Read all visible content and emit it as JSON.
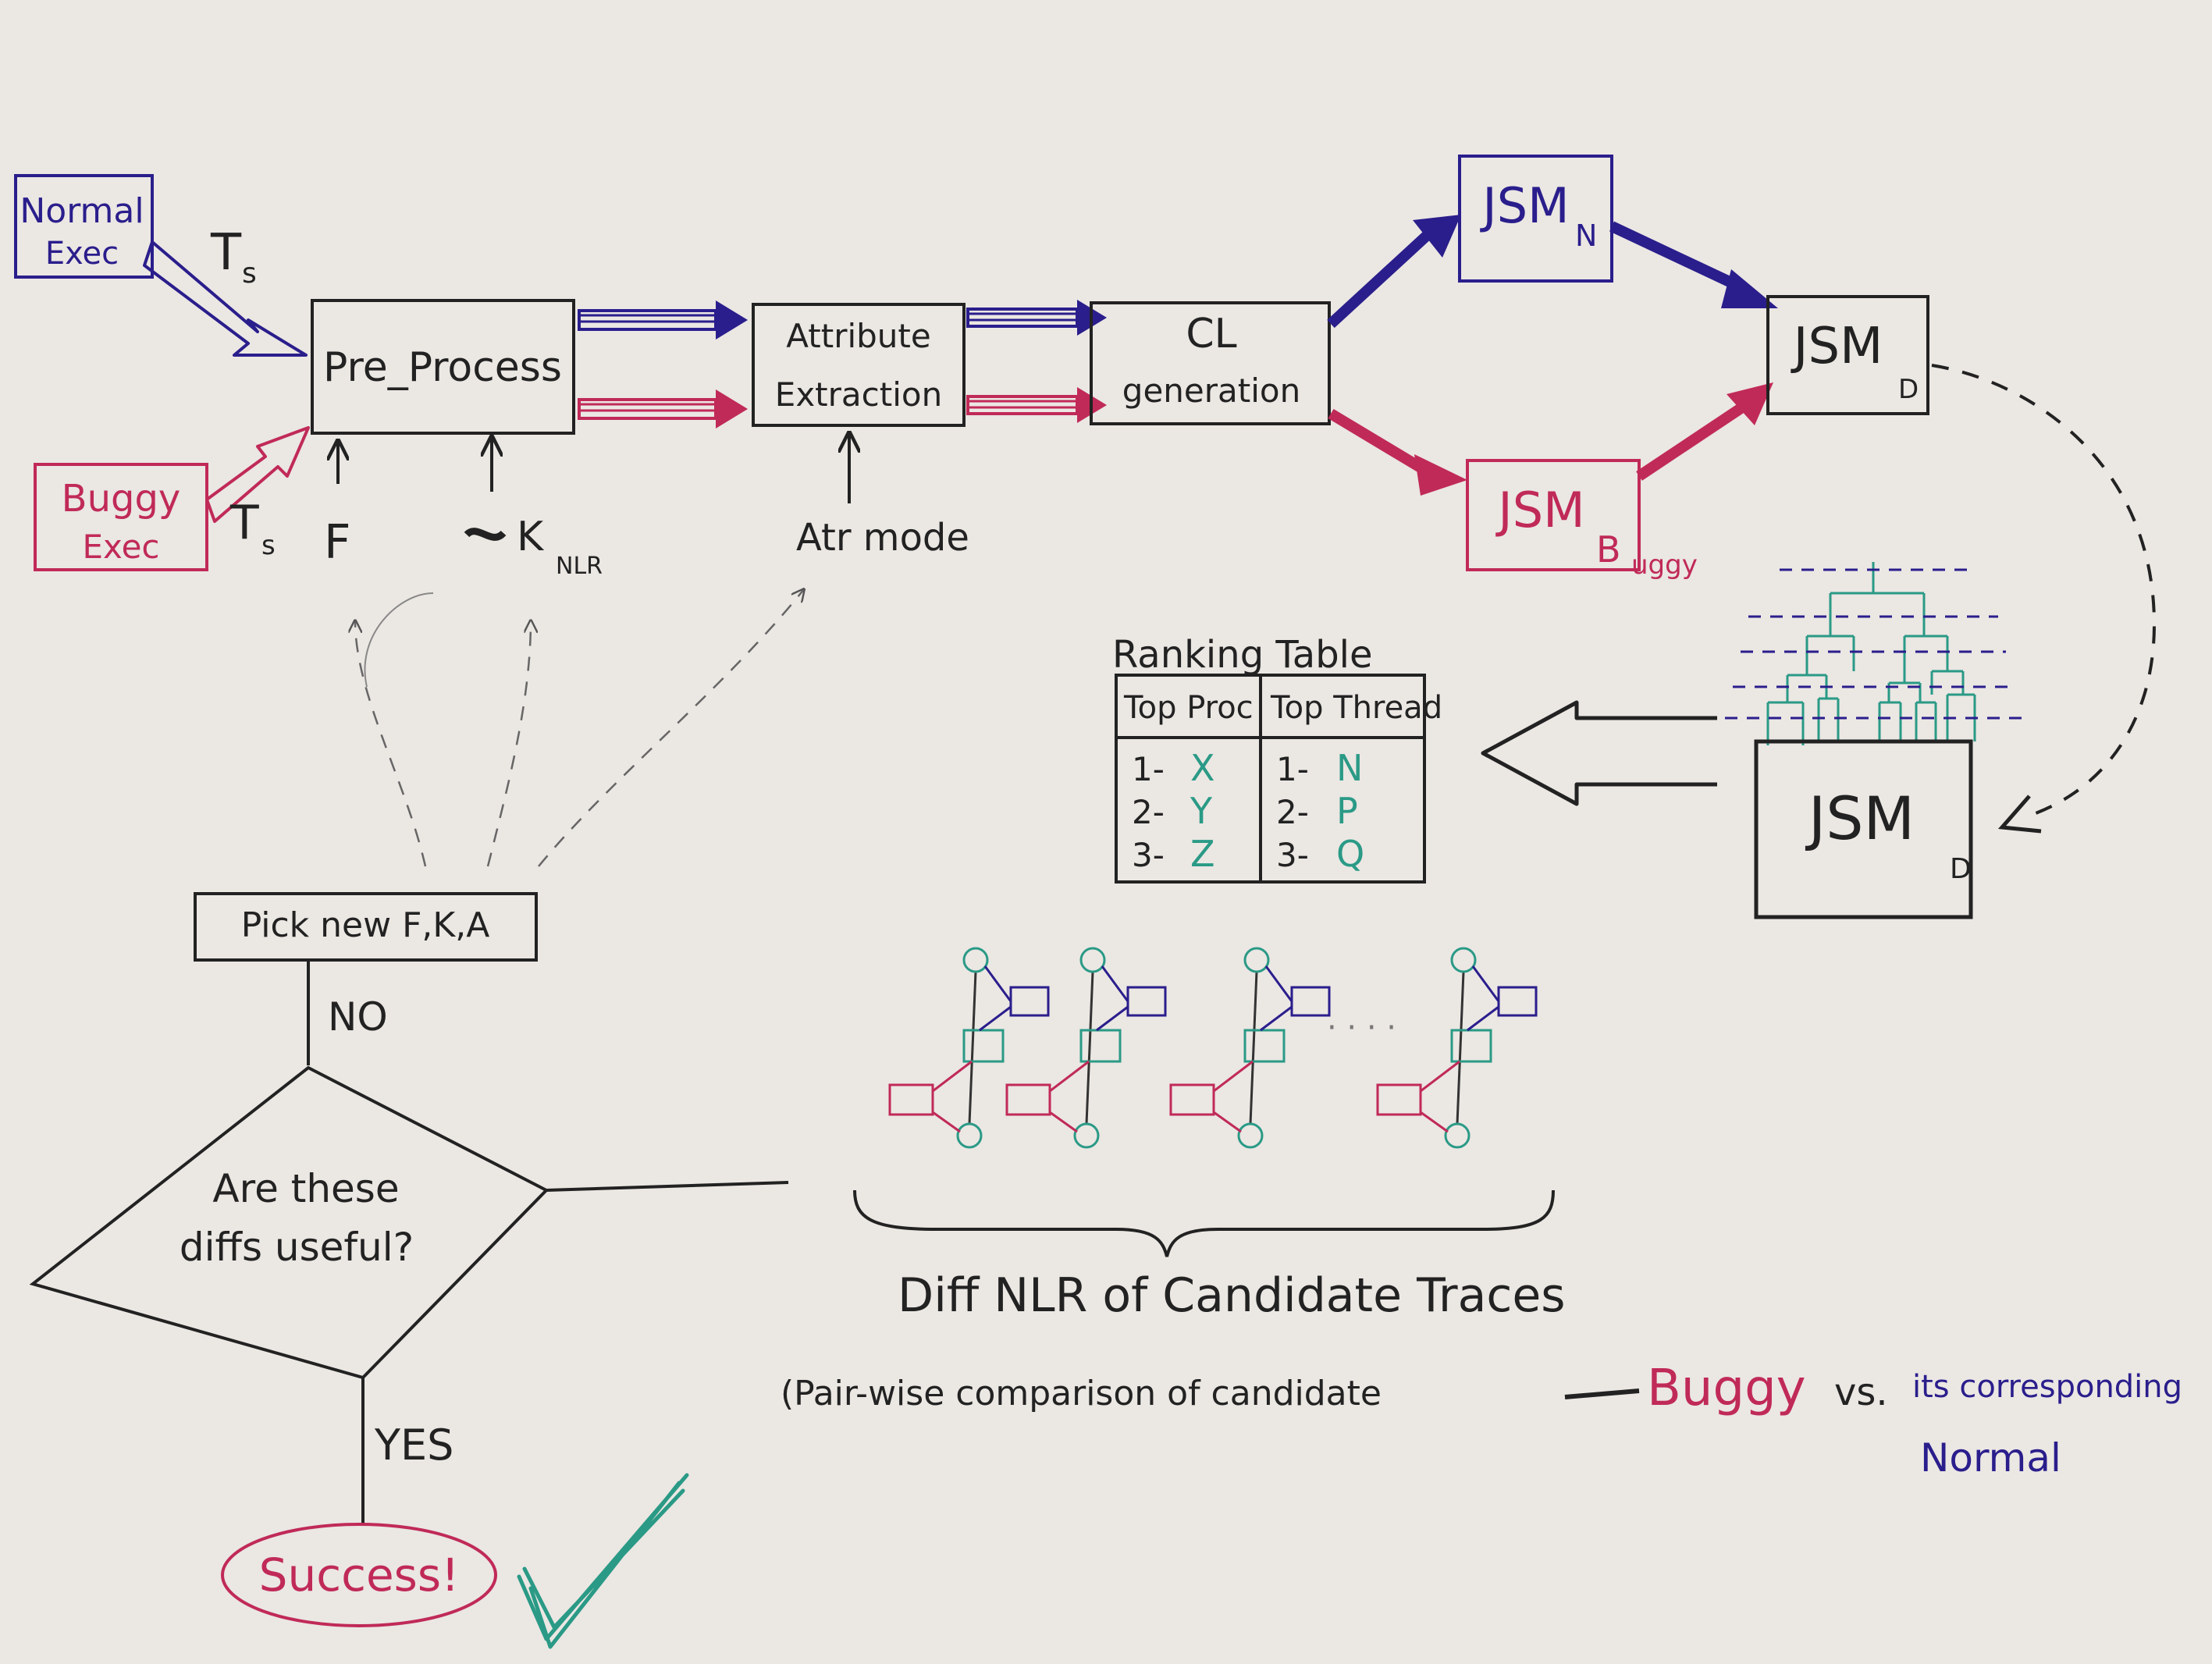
{
  "colors": {
    "paper": "#ebe7e3",
    "black_ink": "#222222",
    "blue_ink": "#2a1e8c",
    "red_ink": "#c02a58",
    "teal_ink": "#2a9a86"
  },
  "inputs": {
    "normal": {
      "line1": "Normal",
      "line2": "Exec"
    },
    "buggy": {
      "line1": "Buggy",
      "line2": "Exec"
    },
    "ts_main": "T",
    "ts_sub": "s"
  },
  "pipeline": {
    "preprocess": "Pre_Process",
    "attribute": {
      "line1": "Attribute",
      "line2": "Extraction"
    },
    "cl": {
      "line1": "CL",
      "line2": "generation"
    }
  },
  "params": {
    "f": "F",
    "k": "K",
    "k_sub": "NLR",
    "attr_mode": "Atr mode"
  },
  "jsm": {
    "main": "JSM",
    "n_sub": "N",
    "b_sub": "B",
    "b_tail": "uggy",
    "d_sub": "D"
  },
  "ranking": {
    "title": "Ranking Table",
    "col1_header": "Top Proc",
    "col2_header": "Top Thread",
    "col1_rows": [
      {
        "num": "1-",
        "val": "X"
      },
      {
        "num": "2-",
        "val": "Y"
      },
      {
        "num": "3-",
        "val": "Z"
      }
    ],
    "col2_rows": [
      {
        "num": "1-",
        "val": "N"
      },
      {
        "num": "2-",
        "val": "P"
      },
      {
        "num": "3-",
        "val": "Q"
      }
    ]
  },
  "decision": {
    "pick": "Pick new F,K,A",
    "no": "NO",
    "q_line1": "Are these",
    "q_line2": "diffs useful?",
    "yes": "YES",
    "success": "Success!"
  },
  "diff": {
    "title": "Diff NLR of  Candidate Traces",
    "note_prefix": "(Pair-wise comparison of candidate",
    "note_buggy": "Buggy",
    "note_vs": "vs.",
    "note_its": "its corresponding",
    "note_normal": "Normal"
  }
}
